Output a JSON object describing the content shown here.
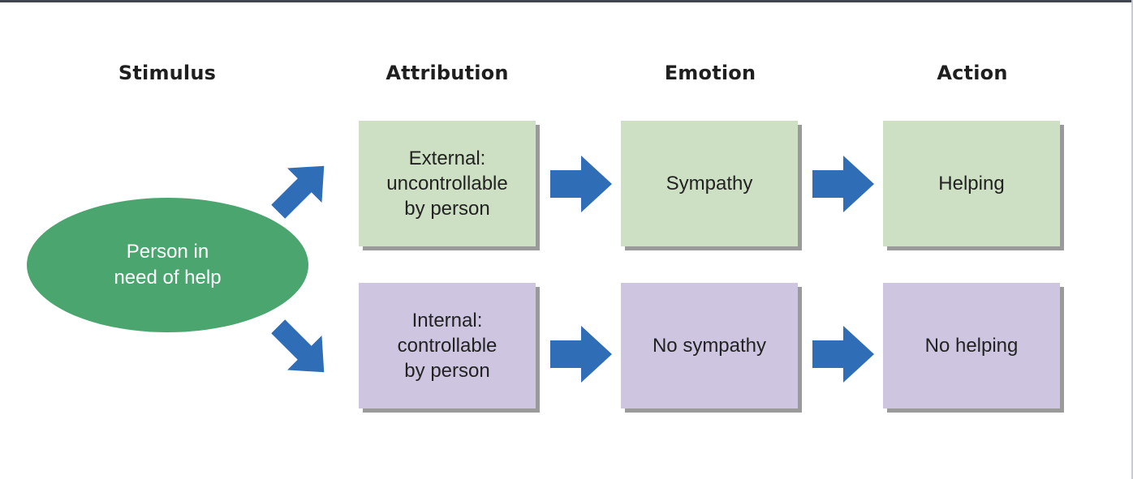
{
  "colors": {
    "stimulus_fill": "#4aa56e",
    "positive_box_fill": "#cde0c4",
    "negative_box_fill": "#cec6e0",
    "arrow_fill": "#2f6db6",
    "shadow": "#9a9a9a"
  },
  "headers": {
    "stimulus": "Stimulus",
    "attribution": "Attribution",
    "emotion": "Emotion",
    "action": "Action"
  },
  "stimulus": {
    "label": "Person in\nneed of help"
  },
  "paths": {
    "external": {
      "attribution": "External:\nuncontrollable\nby person",
      "emotion": "Sympathy",
      "action": "Helping"
    },
    "internal": {
      "attribution": "Internal:\ncontrollable\nby person",
      "emotion": "No sympathy",
      "action": "No helping"
    }
  },
  "icons": {
    "flow_arrow": "right-arrow-icon",
    "branch_up": "diagonal-up-right-arrow-icon",
    "branch_down": "diagonal-down-right-arrow-icon"
  }
}
